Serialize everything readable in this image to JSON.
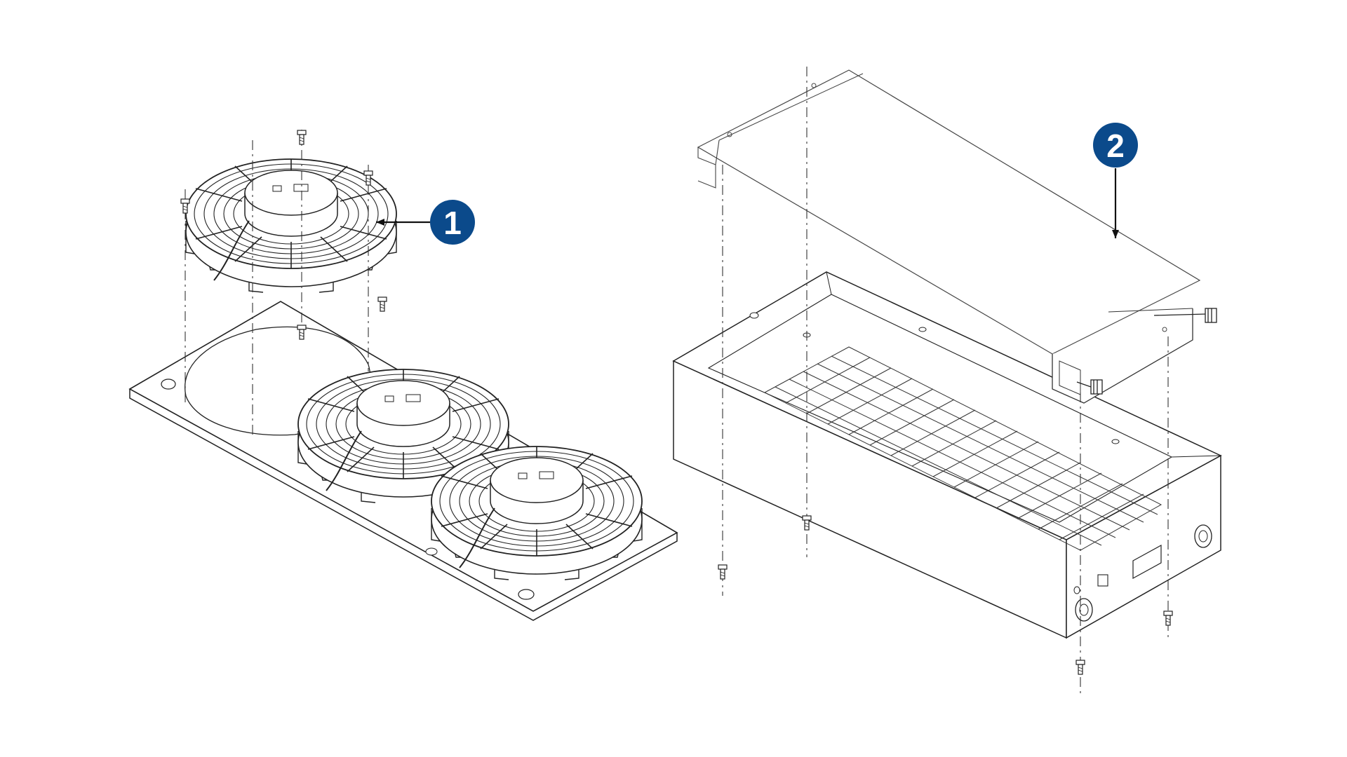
{
  "diagram": {
    "kind": "exploded-assembly-drawing",
    "accent_color": "#0b4a8b",
    "line_color": "#222222",
    "callouts": [
      {
        "id": "callout-1",
        "label": "1",
        "target": "fan-assembly"
      },
      {
        "id": "callout-2",
        "label": "2",
        "target": "cover-assembly"
      }
    ]
  }
}
